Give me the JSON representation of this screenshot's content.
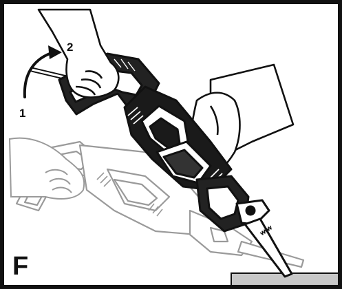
{
  "figure": {
    "letter": "F",
    "steps": [
      "1",
      "2"
    ]
  },
  "colors": {
    "ink": "#111111",
    "ghost_outline": "#9a9a9a",
    "workpiece": "#c8c8c8"
  },
  "icons": {
    "rotation_arrow": "curved-arrow-icon",
    "tool": "reciprocating-saw-icon"
  }
}
